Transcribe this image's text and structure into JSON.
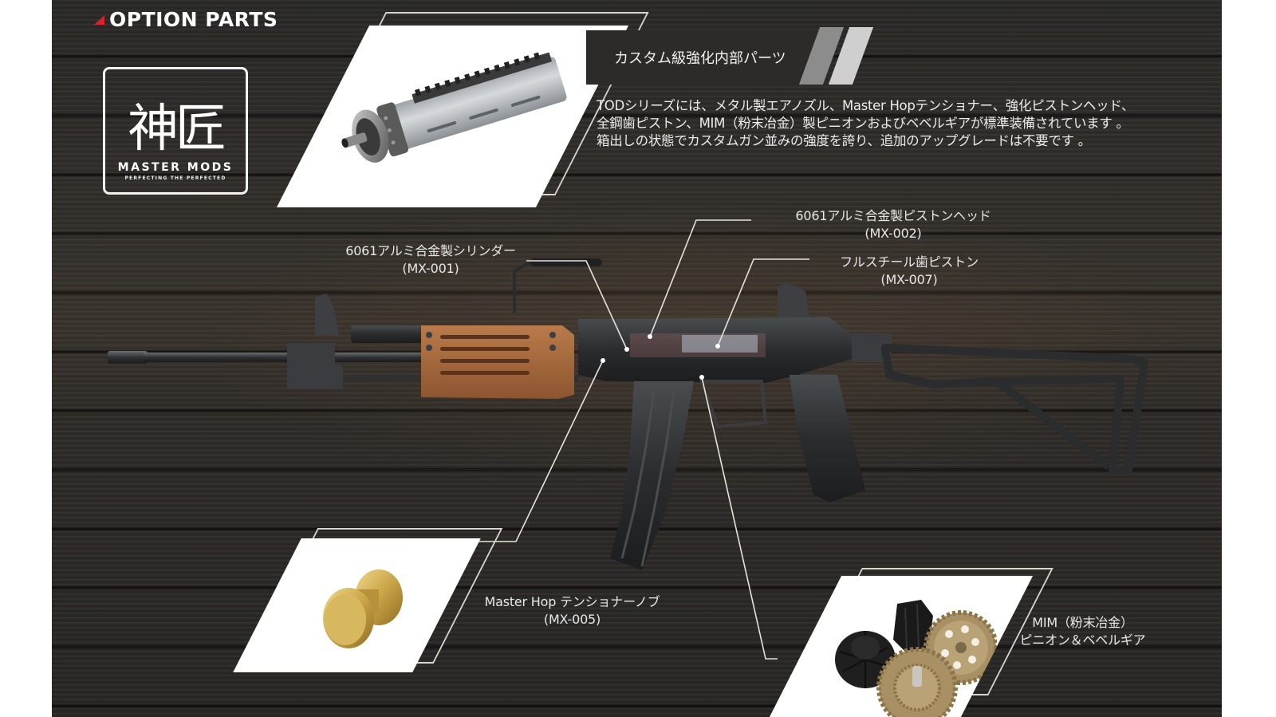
{
  "header": {
    "title": "OPTION PARTS",
    "accent_color": "#d8232a"
  },
  "logo": {
    "kanji": "神匠",
    "name": "MASTER MODS",
    "tagline": "PERFECTING THE PERFECTED"
  },
  "intro": {
    "heading": "カスタム級強化内部パーツ",
    "description_lines": [
      "TODシリーズには、メタル製エアノズル、Master Hopテンショナー、強化ピストンヘッド、",
      "全鋼歯ピストン、MIM（粉末冶金）製ピニオンおよびベベルギアが標準装備されています 。",
      "箱出しの状態でカスタムガン並みの強度を誇り、追加のアップグレードは不要です 。"
    ]
  },
  "product_images": [
    {
      "name": "piston-assembly",
      "description": "Cylinder, piston head and air nozzle assembly"
    },
    {
      "name": "hop-tensioner-knob",
      "description": "Brass Master Hop tensioner knob"
    },
    {
      "name": "gear-set",
      "description": "MIM pinion and bevel gear set"
    }
  ],
  "callouts": [
    {
      "id": "cylinder",
      "label": "6061アルミ合金製シリンダー",
      "code": "(MX-001)"
    },
    {
      "id": "piston-head",
      "label": "6061アルミ合金製ピストンヘッド",
      "code": "(MX-002)"
    },
    {
      "id": "piston",
      "label": "フルスチール歯ピストン",
      "code": "(MX-007)"
    },
    {
      "id": "hop-knob",
      "label": "Master Hop テンショナーノブ",
      "code": "(MX-005)"
    },
    {
      "id": "gears",
      "label": "MIM（粉末冶金）",
      "code": "ピニオン＆ベベルギア"
    }
  ],
  "colors": {
    "background_wood": "#2f2c29",
    "frame_outline": "#d9d5cf",
    "text": "#ececec",
    "handguard_wood": "#a86a3c"
  }
}
